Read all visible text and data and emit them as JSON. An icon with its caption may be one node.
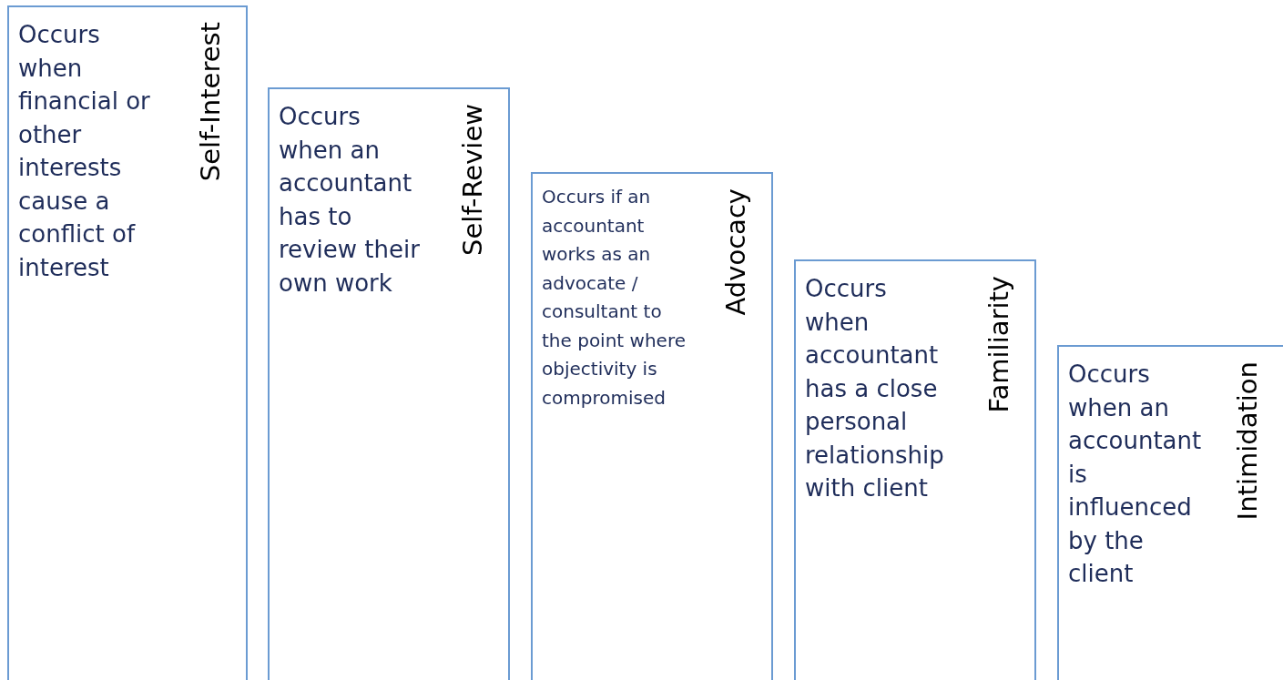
{
  "diagram": {
    "nodes": [
      {
        "text": [
          "Self-Interest",
          "Occurs when financial or other interests cause a conflict of interest"
        ]
      },
      {
        "text": [
          "Self-Review",
          "Occurs when an accountant has to review their own work"
        ]
      },
      {
        "text": [
          "Advocacy",
          "Occurs if an accountant works as an advocate / consultant to the point where objectivity is compromised"
        ]
      },
      {
        "text": [
          "Familiarity",
          "Occurs when accountant has a close personal relationship with client"
        ]
      },
      {
        "text": [
          "Intimidation",
          "Occurs when an accountant is influenced by the client"
        ]
      }
    ]
  }
}
